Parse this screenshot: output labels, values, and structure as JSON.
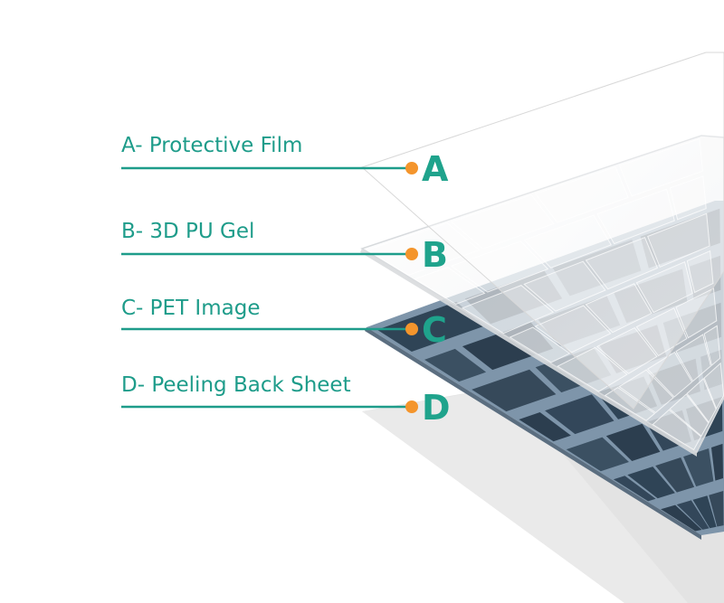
{
  "layers": [
    {
      "letter": "A",
      "label": "A- Protective Film"
    },
    {
      "letter": "B",
      "label": "B- 3D PU Gel"
    },
    {
      "letter": "C",
      "label": "C- PET Image"
    },
    {
      "letter": "D",
      "label": "D- Peeling Back Sheet"
    }
  ],
  "colors": {
    "label_text": "#1e9c8a",
    "leader_line": "#1e9c8a",
    "dot": "#f4952c",
    "letter": "#1fa38c",
    "tile": "#34495c",
    "grout": "#7e95aa",
    "back_sheet": "#e3e3e3"
  }
}
